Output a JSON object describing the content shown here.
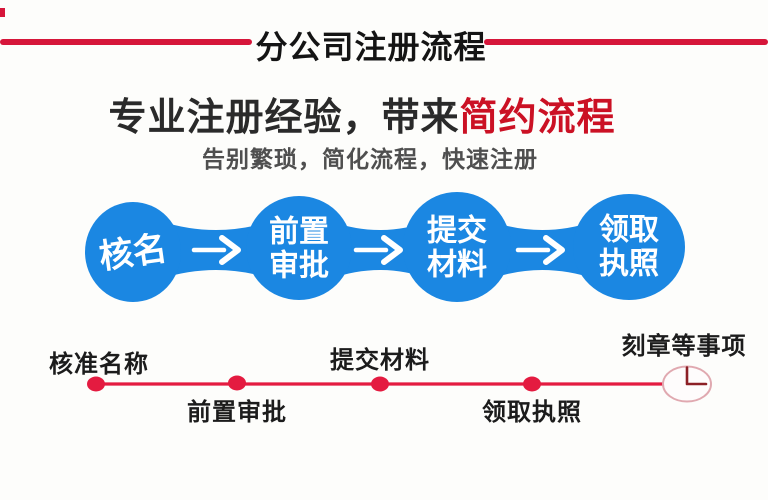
{
  "header": {
    "title": "分公司注册流程"
  },
  "hero": {
    "headline_prefix": "专业注册经验，带来",
    "headline_highlight": "简约流程",
    "subtitle": "告别繁琐，简化流程，快速注册"
  },
  "flow": {
    "steps": [
      {
        "name": "核名",
        "line1": "核名",
        "line2": ""
      },
      {
        "name": "前置审批",
        "line1": "前置",
        "line2": "审批"
      },
      {
        "name": "提交材料",
        "line1": "提交",
        "line2": "材料"
      },
      {
        "name": "领取执照",
        "line1": "领取",
        "line2": "执照"
      }
    ]
  },
  "timeline": {
    "milestones": [
      {
        "label": "核准名称"
      },
      {
        "label": "前置审批"
      },
      {
        "label": "提交材料"
      },
      {
        "label": "领取执照"
      },
      {
        "label": "刻章等事项"
      }
    ],
    "end_icon": "clock-icon"
  },
  "colors": {
    "rule_red": "#d6163a",
    "headline_red": "#cb1124",
    "step_blue": "#1b87e2",
    "timeline_red": "#e41b40",
    "clock_ring_pink": "#e0a9b0",
    "clock_hands_red": "#8c2026",
    "text_dark": "#1c1c1c"
  }
}
